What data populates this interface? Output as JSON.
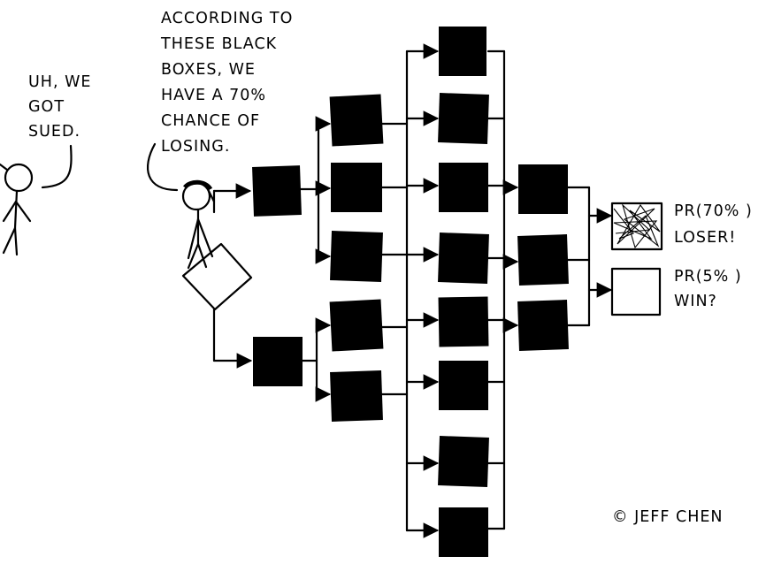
{
  "speech": {
    "left": [
      "UH, WE",
      "GOT",
      "SUED."
    ],
    "right": [
      "ACCORDING TO",
      "THESE BLACK",
      "BOXES, WE",
      "HAVE A 70%",
      "CHANCE OF",
      "LOSING."
    ]
  },
  "outcomes": [
    {
      "line1": "PR(70% )",
      "line2": "LOSER!"
    },
    {
      "line1": "PR(5% )",
      "line2": "WIN?"
    }
  ],
  "credit": "© JEFF CHEN"
}
